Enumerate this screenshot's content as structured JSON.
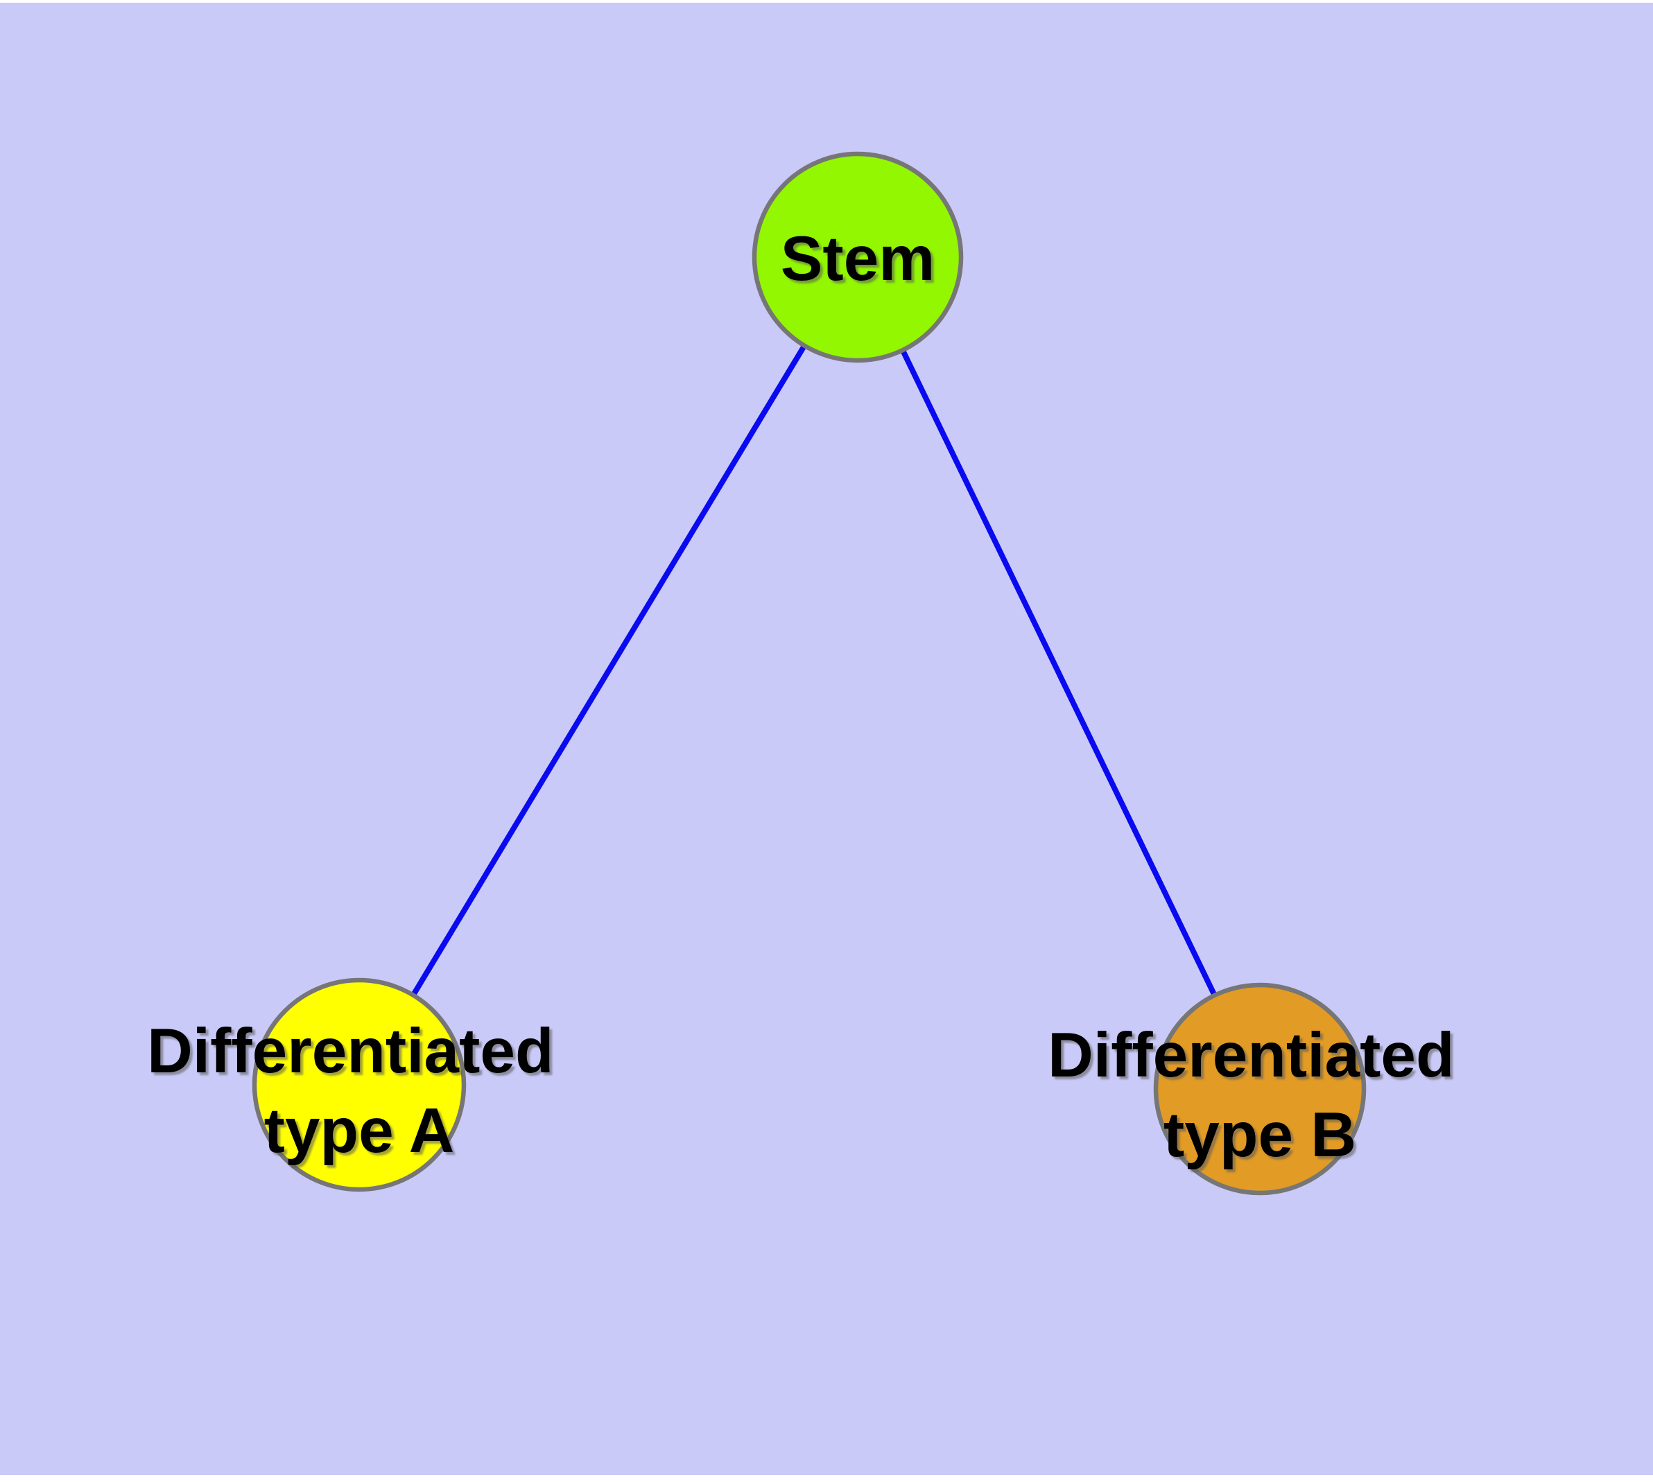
{
  "diagram": {
    "background_color": "#cacaf9",
    "margin_color": "#ffffff",
    "edge_color": "#0a0af0",
    "node_border_color": "#767676",
    "label_color": "#000000",
    "nodes": [
      {
        "id": "stem",
        "label": "Stem",
        "lines": [
          "Stem"
        ],
        "fill": "#92f700"
      },
      {
        "id": "differentiated-type-a",
        "label": "Differentiated type A",
        "lines": [
          "Differentiated",
          "type A"
        ],
        "fill": "#ffff00"
      },
      {
        "id": "differentiated-type-b",
        "label": "Differentiated type B",
        "lines": [
          "Differentiated",
          "type B"
        ],
        "fill": "#e29b24"
      }
    ],
    "edges": [
      {
        "from": "stem",
        "to": "differentiated-type-a"
      },
      {
        "from": "stem",
        "to": "differentiated-type-b"
      }
    ]
  }
}
